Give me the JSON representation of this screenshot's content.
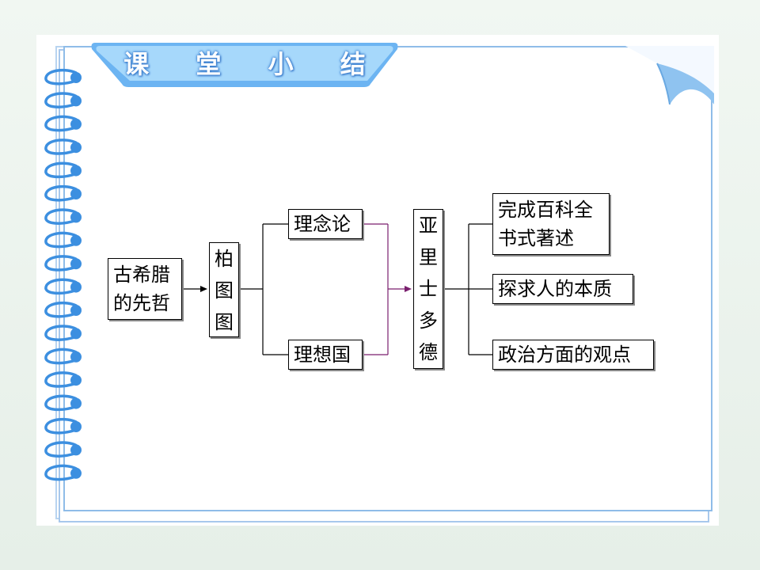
{
  "header": {
    "title": "课 堂 小 结"
  },
  "diagram": {
    "ancient": {
      "line1": "古希腊",
      "line2": "的先哲"
    },
    "plato": [
      "柏",
      "图",
      "图"
    ],
    "ideas": "理念论",
    "republic": "理想国",
    "aristotle": [
      "亚",
      "里",
      "士",
      "多",
      "德"
    ],
    "encyclopedia": {
      "line1": "完成百科全",
      "line2": "书式著述"
    },
    "essence": "探求人的本质",
    "politics": "政治方面的观点"
  },
  "colors": {
    "accent": "#5ea6ee",
    "tab": "#8ccaf7",
    "ring": "#3c8fe0",
    "connector": "#7a1f6e"
  }
}
